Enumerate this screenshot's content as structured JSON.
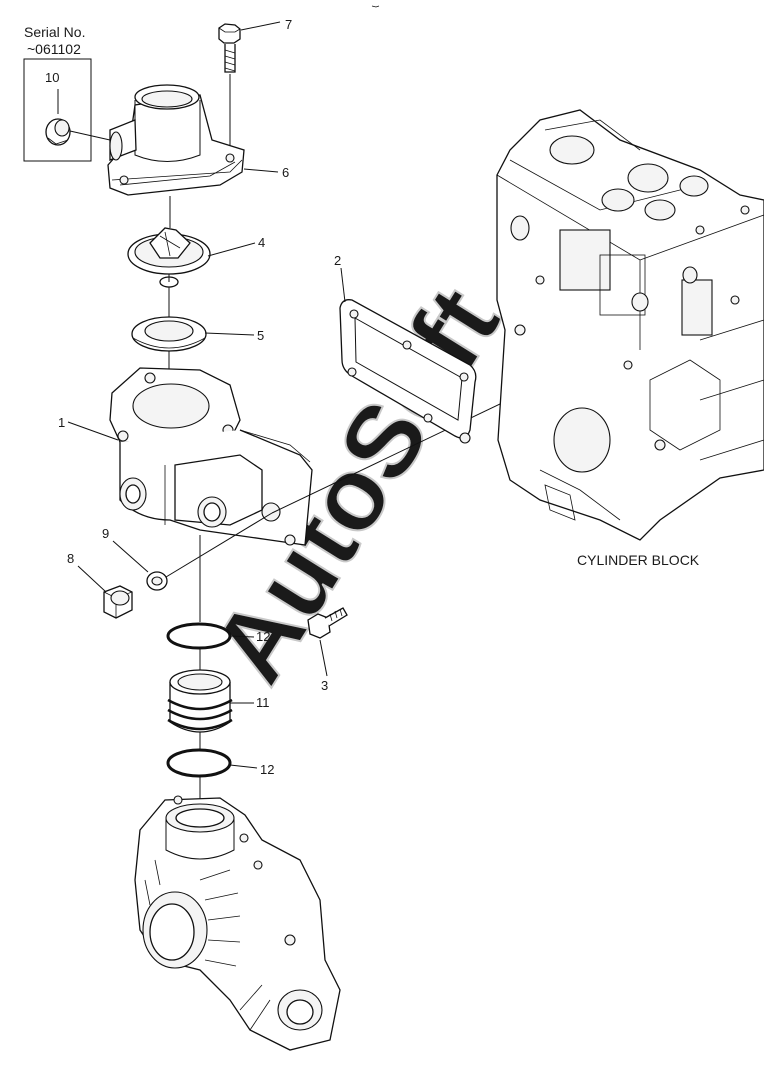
{
  "header": {
    "serial_label": "Serial No.",
    "serial_range": "~061102",
    "inset_callout": "10"
  },
  "callouts": {
    "c1": "1",
    "c2": "2",
    "c3": "3",
    "c4": "4",
    "c5": "5",
    "c6": "6",
    "c7": "7",
    "c8": "8",
    "c9": "9",
    "c11": "11",
    "c12a": "12",
    "c12b": "12"
  },
  "block_label": "CYLINDER BLOCK",
  "watermark": "AutoSoft",
  "colors": {
    "line": "#111111",
    "watermark": "#c9c9c9",
    "background": "#ffffff"
  }
}
